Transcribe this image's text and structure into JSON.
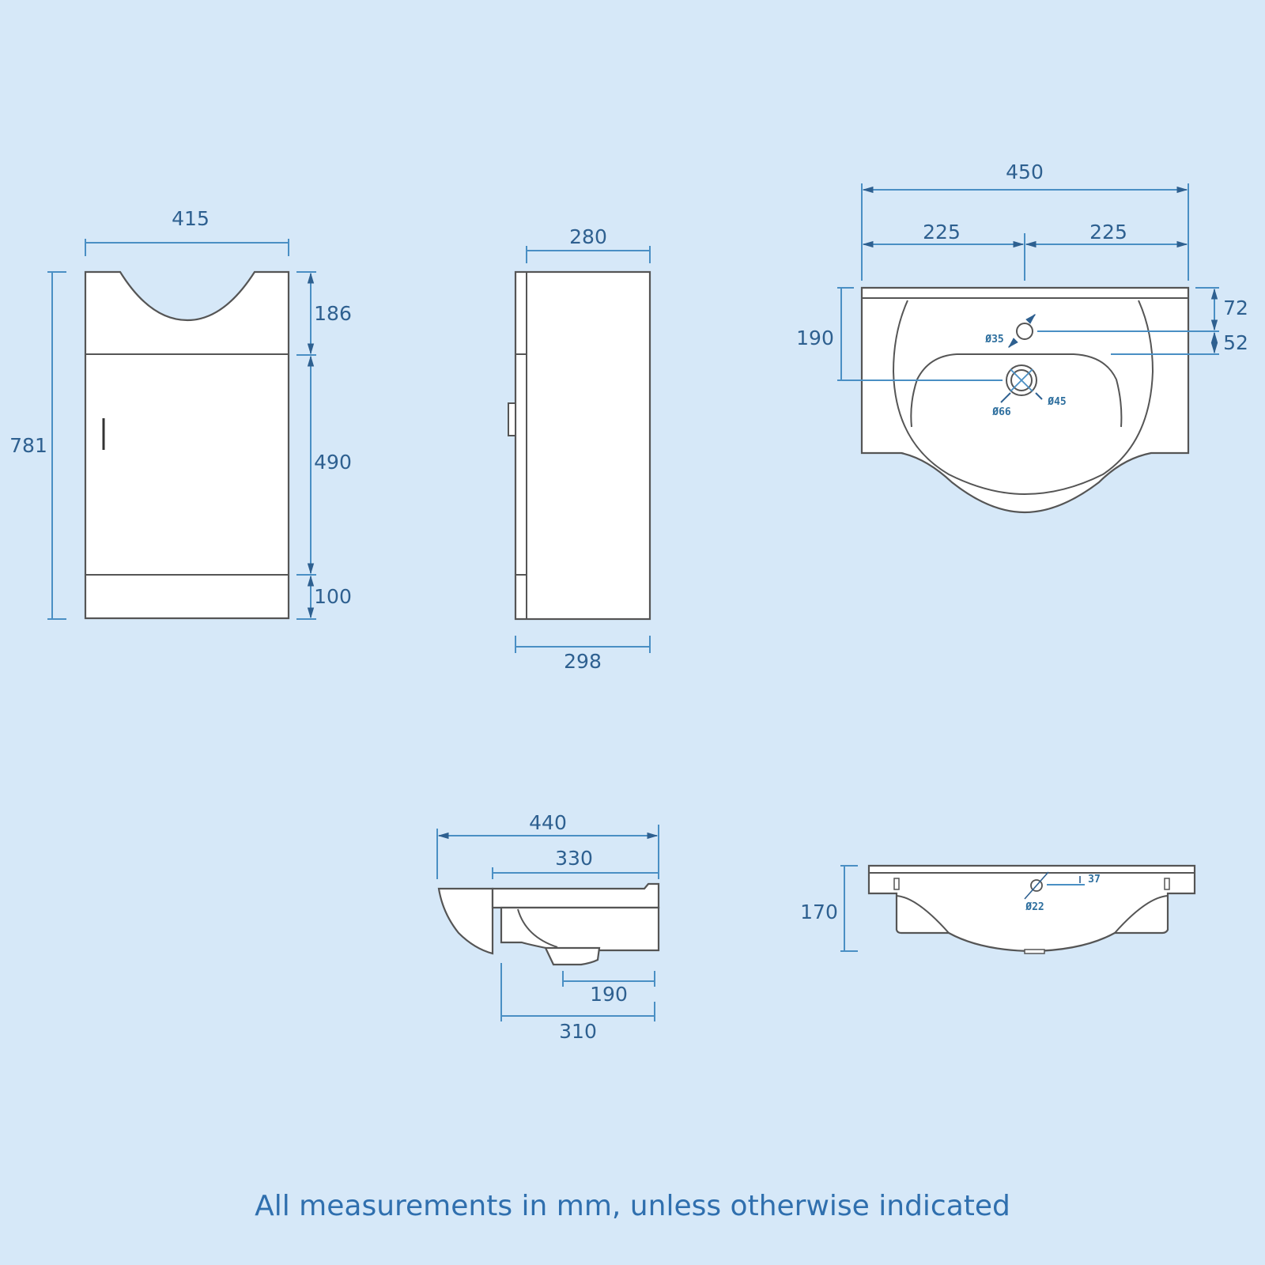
{
  "footer": {
    "note": "All measurements in mm, unless otherwise indicated"
  },
  "colors": {
    "background": "#d6e8f8",
    "dimension": "#4a8fc4",
    "dimension_text": "#2e6090",
    "outline": "#555555"
  },
  "views": {
    "cabinet_front": {
      "width": "415",
      "total_height": "781",
      "top_section": "186",
      "door_section": "490",
      "plinth_section": "100"
    },
    "cabinet_side": {
      "depth_body": "280",
      "depth_total": "298"
    },
    "basin_top": {
      "width_total": "450",
      "width_left_half": "225",
      "width_right_half": "225",
      "depth_to_waste": "190",
      "tap_hole_offset": "72",
      "tap_to_bowl": "52",
      "tap_hole_dia": "Ø35",
      "waste_outer_dia": "Ø66",
      "waste_inner_dia": "Ø45"
    },
    "basin_side": {
      "depth_total": "440",
      "depth_top": "330",
      "bowl_to_back": "190",
      "base_depth": "310"
    },
    "basin_front": {
      "height": "170",
      "overflow_dia": "Ø22",
      "overflow_offset": "37"
    }
  }
}
